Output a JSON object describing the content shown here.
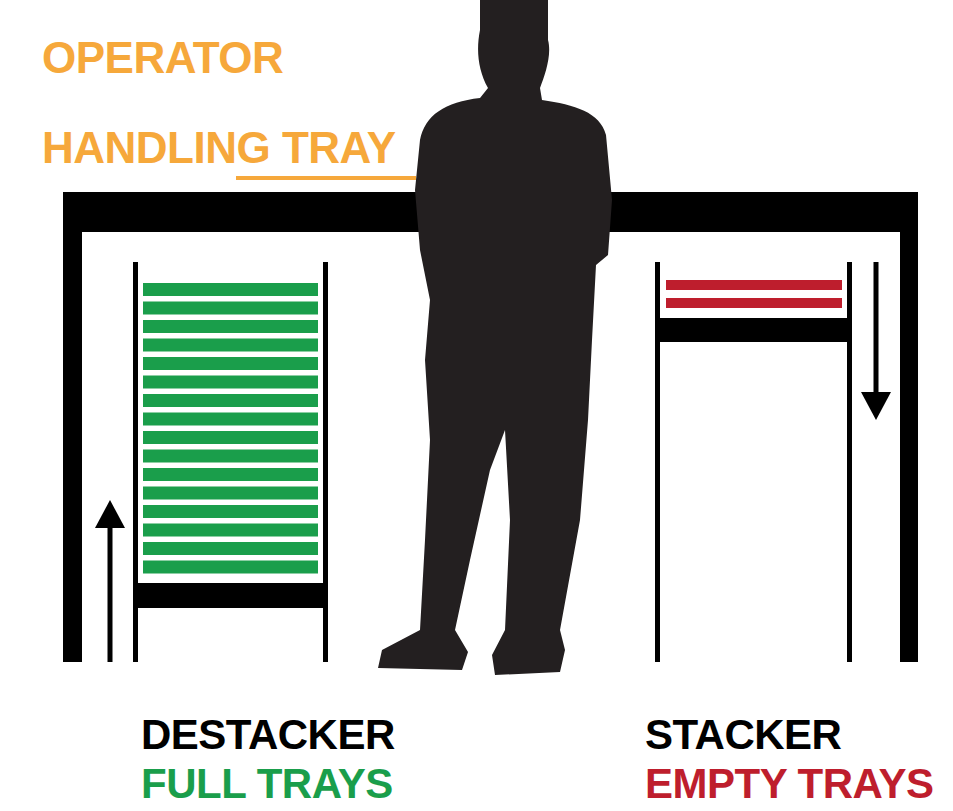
{
  "diagram": {
    "title": "OPERATOR HANDLING TRAY",
    "nodes": [
      {
        "text": [
          "DESTACKER",
          "FULL TRAYS"
        ]
      },
      {
        "text": [
          "STACKER",
          "EMPTY TRAYS"
        ]
      }
    ]
  }
}
